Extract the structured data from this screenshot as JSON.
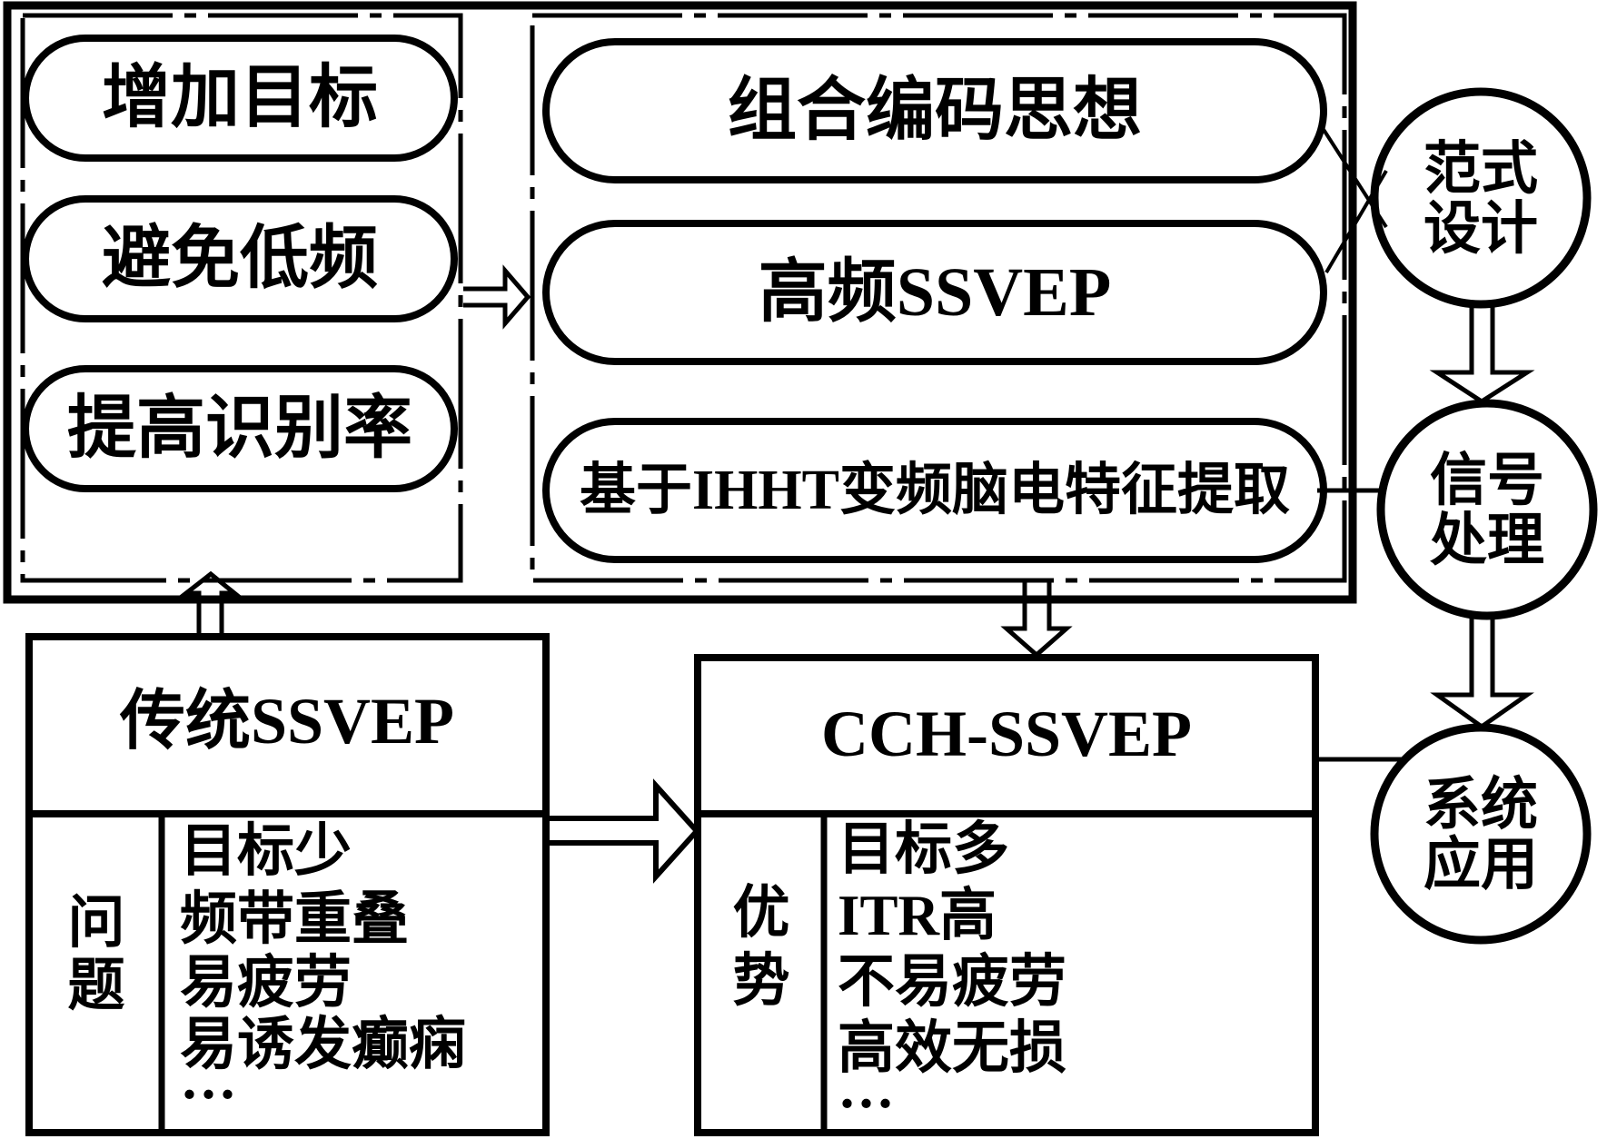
{
  "colors": {
    "ink": "#000000",
    "paper": "#ffffff"
  },
  "top_section": {
    "goals_panel": {
      "items": [
        "增加目标",
        "避免低频",
        "提高识别率"
      ]
    },
    "methods_panel": {
      "items": [
        "组合编码思想",
        "高频SSVEP",
        "基于IHHT变频脑电特征提取"
      ]
    }
  },
  "stage_circles": [
    {
      "line1": "范式",
      "line2": "设计"
    },
    {
      "line1": "信号",
      "line2": "处理"
    },
    {
      "line1": "系统",
      "line2": "应用"
    }
  ],
  "traditional_box": {
    "title": "传统SSVEP",
    "row_label": {
      "line1": "问",
      "line2": "题"
    },
    "items": [
      "目标少",
      "频带重叠",
      "易疲劳",
      "易诱发癫痫",
      "···"
    ]
  },
  "cch_box": {
    "title": "CCH-SSVEP",
    "row_label": {
      "line1": "优",
      "line2": "势"
    },
    "items": [
      "目标多",
      "ITR高",
      "不易疲劳",
      "高效无损",
      "···"
    ]
  }
}
